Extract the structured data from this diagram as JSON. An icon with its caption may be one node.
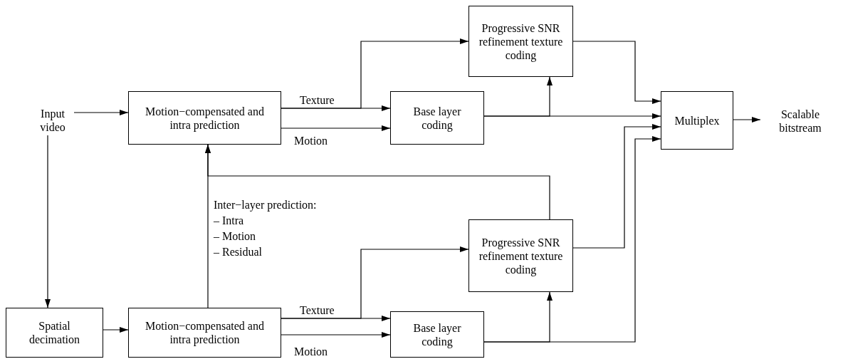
{
  "diagram": {
    "nodes": [
      {
        "text": [
          "Input video"
        ]
      },
      {
        "text": [
          "Motion−compensated and intra prediction"
        ]
      },
      {
        "text": [
          "Base layer coding"
        ]
      },
      {
        "text": [
          "Progressive SNR refinement texture coding"
        ]
      },
      {
        "text": [
          "Multiplex"
        ]
      },
      {
        "text": [
          "Scalable bitstream"
        ]
      },
      {
        "text": [
          "Spatial decimation"
        ]
      },
      {
        "text": [
          "Motion−compensated and intra prediction"
        ]
      },
      {
        "text": [
          "Base layer coding"
        ]
      },
      {
        "text": [
          "Progressive SNR refinement texture coding"
        ]
      }
    ],
    "edges": [
      {
        "from": 0,
        "to": 1,
        "arrow": "to"
      },
      {
        "from": 0,
        "to": 6,
        "arrow": "to"
      },
      {
        "from": 6,
        "to": 7,
        "arrow": "to"
      },
      {
        "from": 1,
        "to": 2,
        "arrow": "to",
        "label": "Texture"
      },
      {
        "from": 1,
        "to": 3,
        "arrow": "to"
      },
      {
        "from": 1,
        "to": 2,
        "arrow": "to",
        "label": "Motion"
      },
      {
        "from": 2,
        "to": 3,
        "arrow": "to"
      },
      {
        "from": 2,
        "to": 4,
        "arrow": "to"
      },
      {
        "from": 3,
        "to": 4,
        "arrow": "to"
      },
      {
        "from": 7,
        "to": 1,
        "arrow": "to"
      },
      {
        "from": 9,
        "to": 1,
        "arrow": "to"
      },
      {
        "from": 7,
        "to": 8,
        "arrow": "to",
        "label": "Texture"
      },
      {
        "from": 7,
        "to": 9,
        "arrow": "to"
      },
      {
        "from": 7,
        "to": 8,
        "arrow": "to",
        "label": "Motion"
      },
      {
        "from": 8,
        "to": 9,
        "arrow": "to"
      },
      {
        "from": 8,
        "to": 4,
        "arrow": "to"
      },
      {
        "from": 9,
        "to": 4,
        "arrow": "to"
      },
      {
        "from": 4,
        "to": 5,
        "arrow": "to"
      }
    ],
    "labels": [
      "Inter−layer prediction:",
      "– Intra",
      "– Motion",
      "– Residual"
    ]
  }
}
